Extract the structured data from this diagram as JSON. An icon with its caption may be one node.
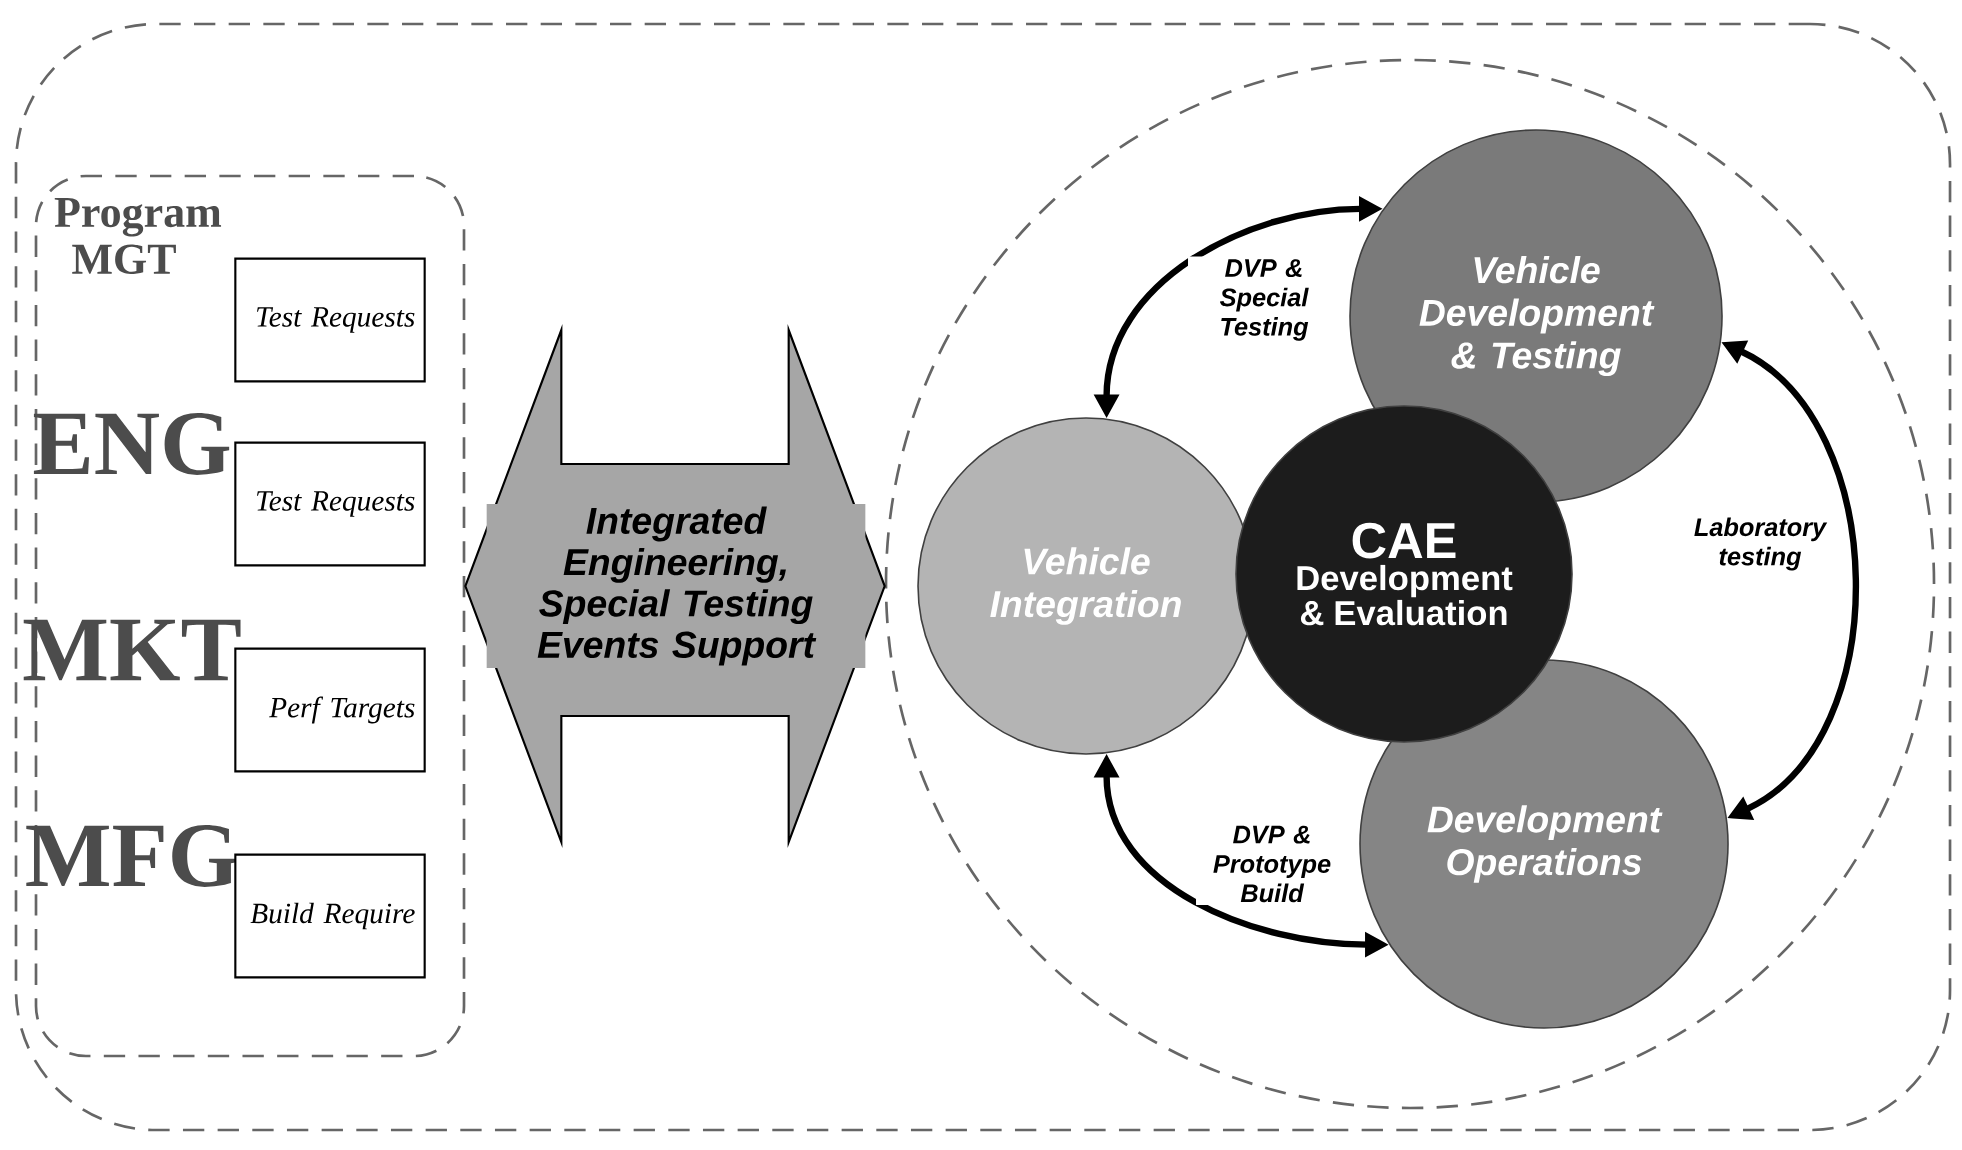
{
  "diagram": {
    "nodes": [
      {
        "text": [],
        "shape": "box"
      },
      {
        "text": [],
        "shape": "box",
        "in": 0
      },
      {
        "text": [
          "Test Requests"
        ],
        "beside": [
          "Program MGT"
        ],
        "in": 1
      },
      {
        "text": [
          "Test Requests"
        ],
        "beside": [
          "ENG"
        ],
        "in": 1
      },
      {
        "text": [
          "Perf Targets"
        ],
        "beside": [
          "MKT"
        ],
        "in": 1
      },
      {
        "text": [
          "Build Require"
        ],
        "beside": [
          "MFG"
        ],
        "in": 1
      },
      {
        "text": [],
        "shape": "circle",
        "in": 0
      },
      {
        "text": [
          "Vehicle Integration"
        ],
        "in": 6
      },
      {
        "text": [
          "Vehicle Development & Testing"
        ],
        "in": 6
      },
      {
        "text": [
          "CAE",
          "Development & Evaluation"
        ],
        "in": 6
      },
      {
        "text": [
          "Development Operations"
        ],
        "in": 6
      }
    ],
    "edges": [
      {
        "from": 7,
        "to": 8,
        "arrow": "both",
        "label": "DVP & Special Testing"
      },
      {
        "from": 8,
        "to": 10,
        "arrow": "both",
        "label": "Laboratory testing"
      },
      {
        "from": 7,
        "to": 10,
        "arrow": "both",
        "label": "DVP & Prototype Build"
      },
      {
        "from": 1,
        "to": 6,
        "arrow": "both",
        "label": "Integrated Engineering, Special Testing Events Support",
        "style": "thick",
        "color": "#a6a6a6"
      }
    ]
  }
}
